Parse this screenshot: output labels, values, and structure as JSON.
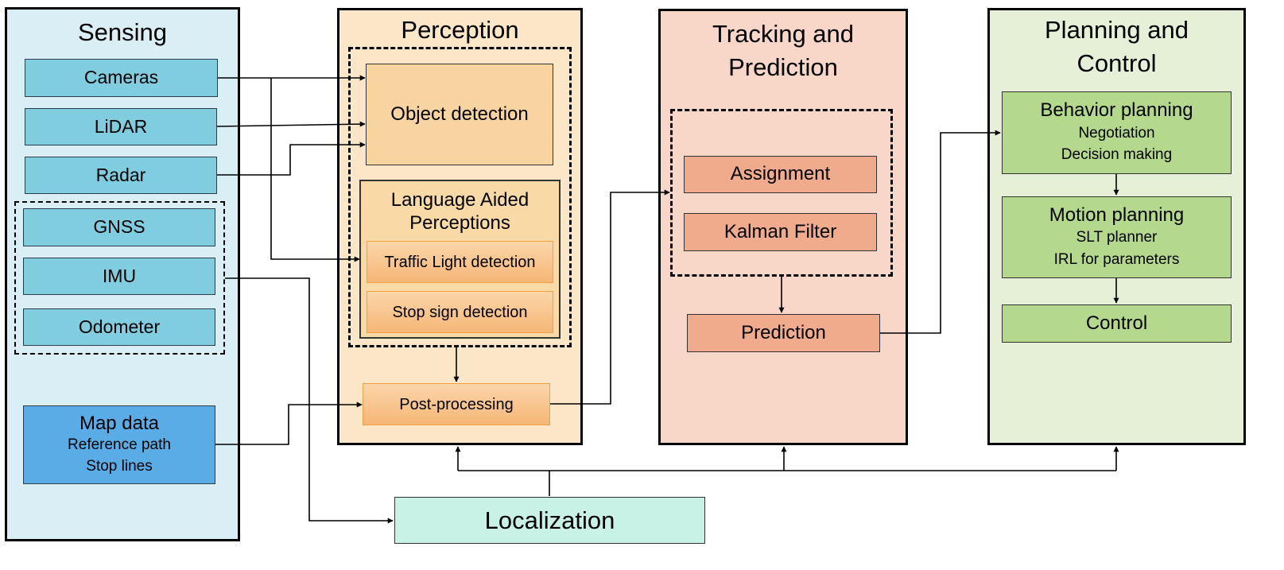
{
  "sensing": {
    "title": "Sensing",
    "cameras": "Cameras",
    "lidar": "LiDAR",
    "radar": "Radar",
    "gnss": "GNSS",
    "imu": "IMU",
    "odometer": "Odometer",
    "map_data": {
      "title": "Map data",
      "line1": "Reference path",
      "line2": "Stop lines"
    }
  },
  "perception": {
    "title": "Perception",
    "object_detection": "Object detection",
    "language_aided": {
      "line1": "Language Aided",
      "line2": "Perceptions"
    },
    "traffic_light": "Traffic Light detection",
    "stop_sign": "Stop sign detection",
    "post_processing": "Post-processing"
  },
  "tracking": {
    "title_line1": "Tracking and",
    "title_line2": "Prediction",
    "assignment": "Assignment",
    "kalman": "Kalman Filter",
    "prediction": "Prediction"
  },
  "planning": {
    "title_line1": "Planning and",
    "title_line2": "Control",
    "behavior": {
      "title": "Behavior planning",
      "line1": "Negotiation",
      "line2": "Decision making"
    },
    "motion": {
      "title": "Motion planning",
      "line1": "SLT planner",
      "line2": "IRL for parameters"
    },
    "control": "Control"
  },
  "localization": "Localization"
}
